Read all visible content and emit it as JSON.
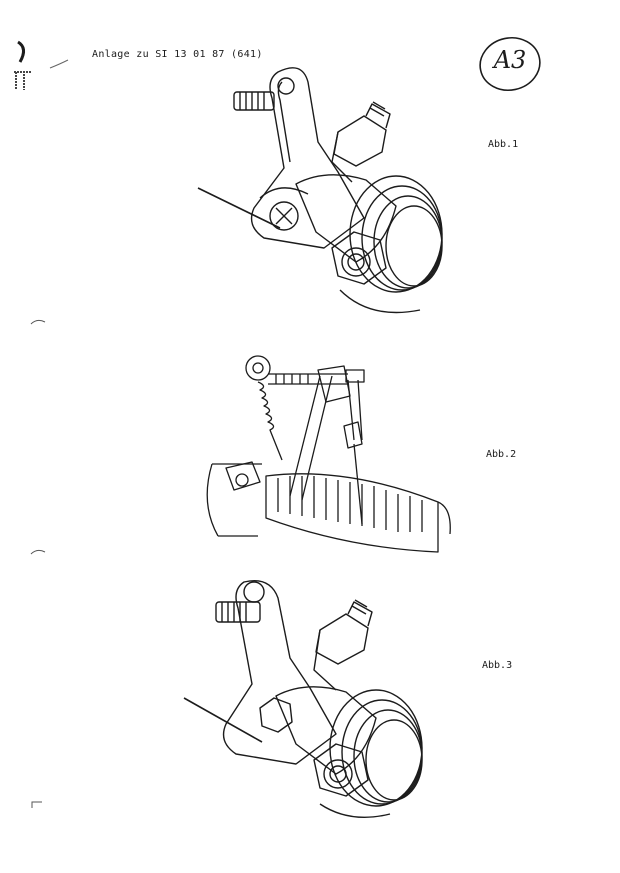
{
  "header": {
    "text": "Anlage zu SI 13 01 87 (641)",
    "page_badge": "A3"
  },
  "figures": [
    {
      "label": "Abb.1"
    },
    {
      "label": "Abb.2"
    },
    {
      "label": "Abb.3"
    }
  ],
  "colors": {
    "ink": "#1c1c1c",
    "paper": "#ffffff"
  }
}
